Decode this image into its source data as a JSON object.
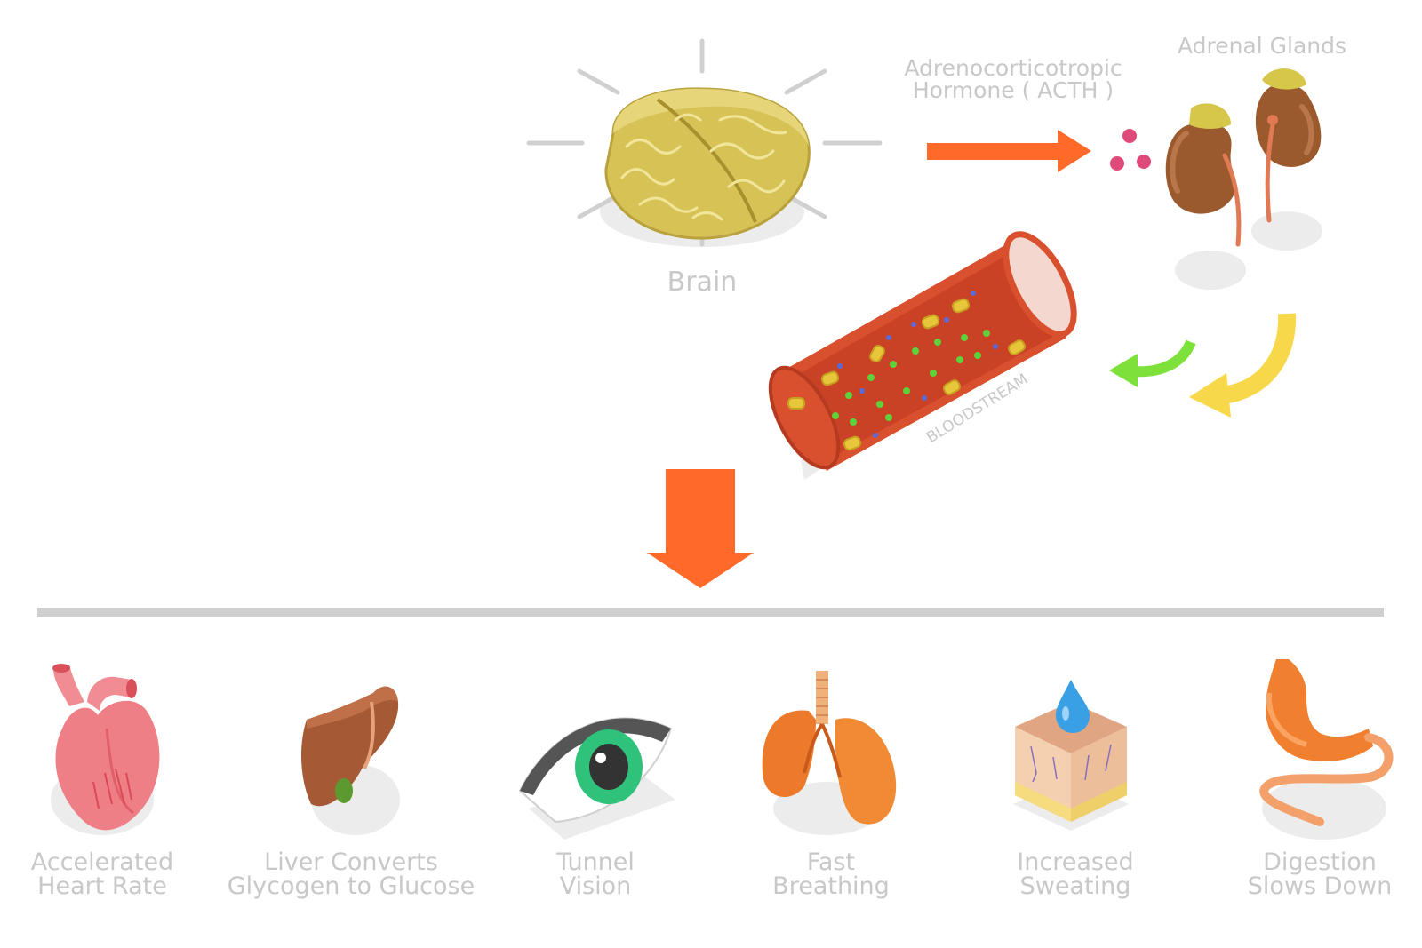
{
  "top": {
    "brain_label": "Brain",
    "hormone_label_line1": "Adrenocorticotropic",
    "hormone_label_line2": "Hormone ( ACTH )",
    "adrenal_label": "Adrenal Glands",
    "bloodstream_label": "BLOODSTREAM"
  },
  "effects": [
    {
      "line1": "Accelerated",
      "line2": "Heart Rate",
      "icon": "heart-icon"
    },
    {
      "line1": "Liver Converts",
      "line2": "Glycogen to Glucose",
      "icon": "liver-icon"
    },
    {
      "line1": "Tunnel",
      "line2": "Vision",
      "icon": "eye-icon"
    },
    {
      "line1": "Fast",
      "line2": "Breathing",
      "icon": "lungs-icon"
    },
    {
      "line1": "Increased",
      "line2": "Sweating",
      "icon": "skin-sweat-icon"
    },
    {
      "line1": "Digestion",
      "line2": "Slows Down",
      "icon": "stomach-icon"
    }
  ],
  "colors": {
    "label_gray": "#c8c8c8",
    "arrow_orange": "#ff6a2b",
    "brain_yellow": "#d8c35a",
    "adrenal_brown": "#9b5a2e",
    "vessel_red": "#d9502e",
    "arrow_green": "#7ee03a",
    "arrow_yellow": "#f7d84a",
    "divider_gray": "#cfcfcf"
  }
}
